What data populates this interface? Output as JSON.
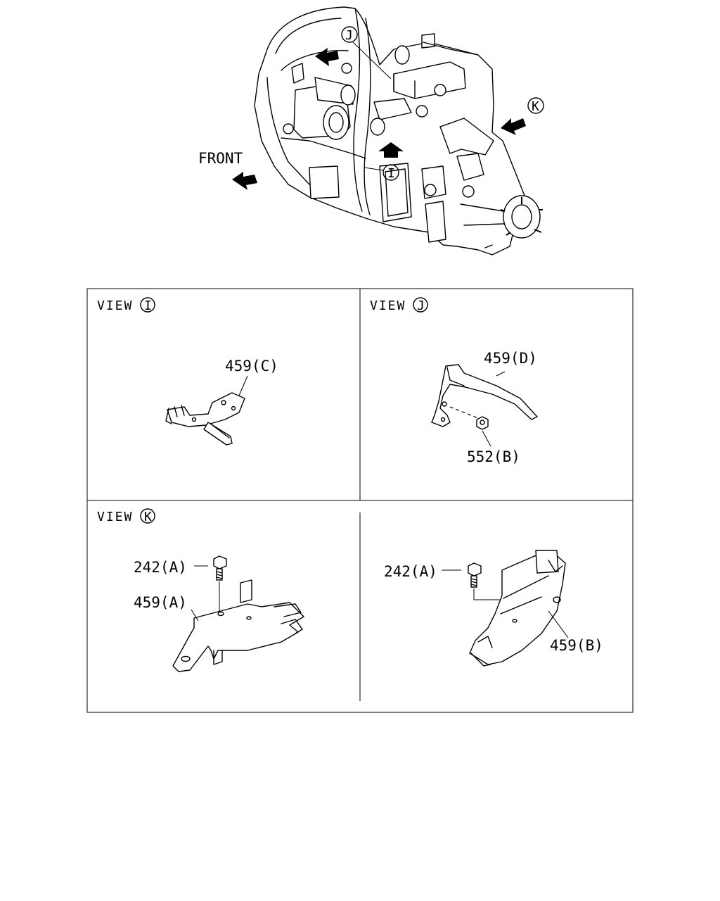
{
  "front_label": "FRONT",
  "callouts": {
    "i": "I",
    "j": "J",
    "k": "K"
  },
  "views": {
    "i": {
      "prefix": "VIEW",
      "letter": "I",
      "parts": [
        "459(C)"
      ]
    },
    "j": {
      "prefix": "VIEW",
      "letter": "J",
      "parts": [
        "459(D)",
        "552(B)"
      ]
    },
    "k": {
      "prefix": "VIEW",
      "letter": "K",
      "parts": [
        "242(A)",
        "459(A)"
      ]
    },
    "unlabeled": {
      "parts": [
        "242(A)",
        "459(B)"
      ]
    }
  }
}
